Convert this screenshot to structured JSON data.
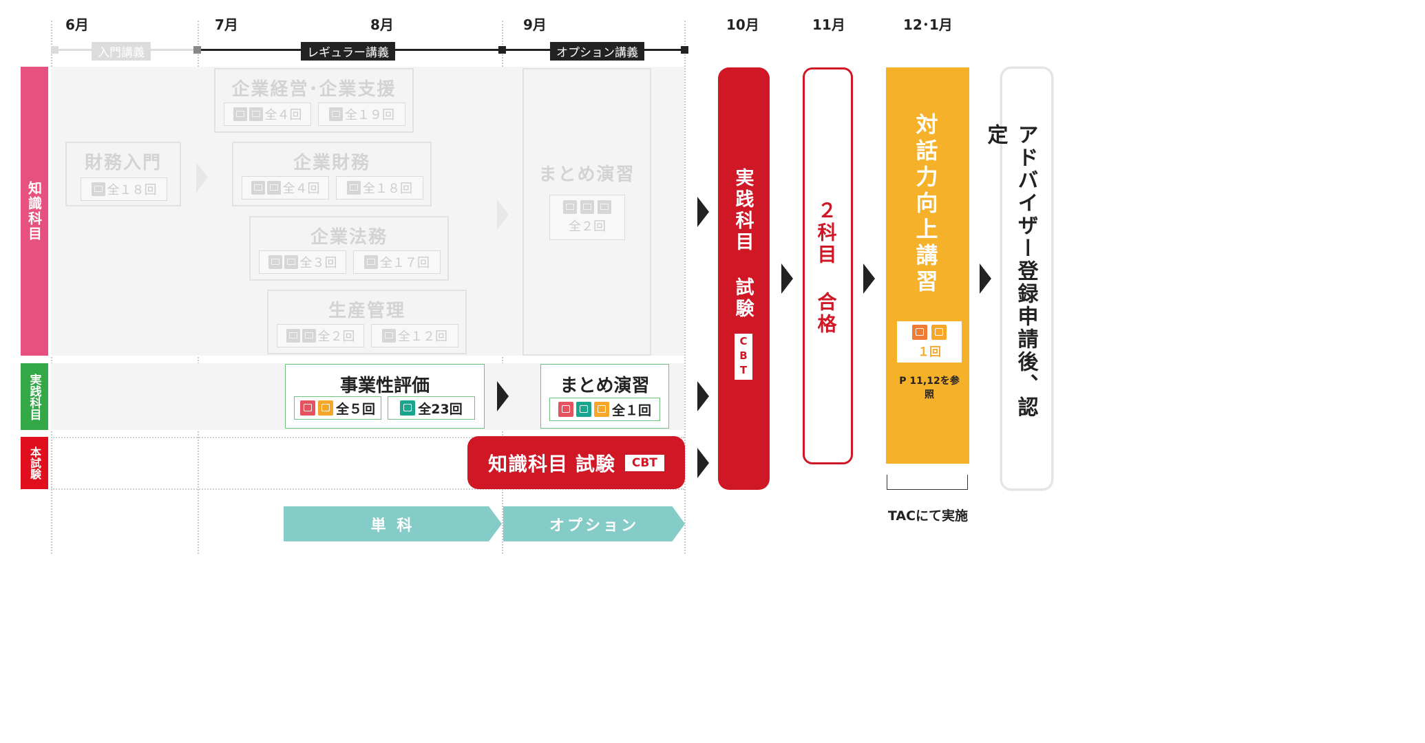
{
  "months": {
    "jun": "6月",
    "jul": "7月",
    "aug": "8月",
    "sep": "9月",
    "oct": "10月",
    "nov": "11月",
    "decjan": "12･1月"
  },
  "phases": {
    "intro": "入門講義",
    "regular": "レギュラー講義",
    "option": "オプション講義"
  },
  "rows": {
    "knowledge": "知識科目",
    "practical": "実践科目",
    "exam": "本試験"
  },
  "knowledge_courses": {
    "zaimu_nyumon": {
      "title": "財務入門",
      "count": "全１８回"
    },
    "keiei": {
      "title": "企業経営･企業支援",
      "count_a": "全４回",
      "count_b": "全１９回"
    },
    "zaimu": {
      "title": "企業財務",
      "count_a": "全４回",
      "count_b": "全１８回"
    },
    "homu": {
      "title": "企業法務",
      "count_a": "全３回",
      "count_b": "全１７回"
    },
    "seisan": {
      "title": "生産管理",
      "count_a": "全２回",
      "count_b": "全１２回"
    },
    "matome": {
      "title": "まとめ演習",
      "count": "全２回"
    }
  },
  "practical_courses": {
    "jigyosei": {
      "title": "事業性評価",
      "count_a": "全５回",
      "count_b": "全23回"
    },
    "matome": {
      "title": "まとめ演習",
      "count": "全１回"
    }
  },
  "exam": {
    "knowledge_exam": "知識科目 試験",
    "cbt": "CBT",
    "practical_exam": "実践科目 試験",
    "cbt_vertical": "CBT",
    "pass": "２科目 合格"
  },
  "dialogue": {
    "title": "対話力向上講習",
    "count": "１回",
    "ref": "P 11,12を参照",
    "note": "TACにて実施"
  },
  "final": "アドバイザー登録申請後、認定",
  "bottom": {
    "single": "単 科",
    "option": "オプション"
  },
  "colors": {
    "knowledge": "#e6517f",
    "practical": "#33a846",
    "exam_red": "#cf1726",
    "orange": "#f6b12a",
    "teal": "#85ccc8"
  }
}
